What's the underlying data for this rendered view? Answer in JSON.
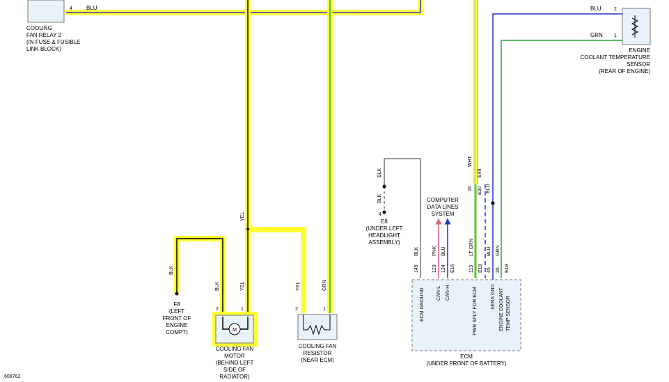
{
  "figure_number": "608762",
  "components": {
    "relay": {
      "lines": [
        "COOLING",
        "FAN RELAY 2",
        "(IN FUSE & FUSIBLE",
        "LINK BLOCK)"
      ],
      "pin": "4",
      "wire": "BLU"
    },
    "ect_sensor": {
      "lines": [
        "ENGINE",
        "COOLANT TEMPERATURE",
        "SENSOR",
        "(REAR OF ENGINE)"
      ],
      "pins": [
        "2",
        "1"
      ],
      "wires": [
        "BLU",
        "GRN"
      ]
    },
    "ground_e8": {
      "lines": [
        "E8",
        "(UNDER LEFT",
        "HEADLIGHT",
        "ASSEMBLY)"
      ],
      "wires": [
        "BLK",
        "BLK"
      ],
      "pin": "4"
    },
    "data_lines": {
      "lines": [
        "COMPUTER",
        "DATA LINES",
        "SYSTEM"
      ]
    },
    "ground_f8": {
      "lines": [
        "F8",
        "(LEFT",
        "FRONT OF",
        "ENGINE",
        "COMPT)"
      ],
      "wire": "BLK"
    },
    "fan_motor": {
      "lines": [
        "COOLING FAN",
        "MOTOR",
        "(BEHIND LEFT",
        "SIDE OF",
        "RADIATOR)"
      ],
      "pins": [
        "2",
        "1"
      ],
      "wires": [
        "BLK",
        "YEL"
      ],
      "symbol": "M"
    },
    "fan_resistor": {
      "lines": [
        "COOLING FAN",
        "RESISTOR",
        "(NEAR ECM)"
      ],
      "pins": [
        "2",
        "1"
      ],
      "wires": [
        "YEL",
        "GRN"
      ]
    },
    "ecm": {
      "lines": [
        "ECM",
        "(UNDER FRONT OF BATTERY)"
      ],
      "pins": [
        "149",
        "123",
        "124",
        "113",
        "45",
        "35"
      ],
      "connectors": [
        "E16",
        "E18",
        "E18"
      ],
      "wires": [
        "BLK",
        "PNK",
        "BLU",
        "LT GRN",
        "BLU",
        "GRN"
      ],
      "internal": [
        "ECM GROUND",
        "CAN-L",
        "CAN-H",
        "PWR SPLY FOR ECM",
        "SENS GND",
        "ENGINE COOLANT",
        "TEMP SENSOR"
      ]
    },
    "center_wires": [
      "YEL"
    ],
    "pwr_branch": {
      "wires": [
        "WHT",
        "LT GRN",
        "BLU"
      ],
      "pins": [
        "16",
        "E49",
        "E50"
      ]
    }
  },
  "colors": {
    "highlight": "#ffff33",
    "wire": "#000000",
    "blu": "#2233cc",
    "grn": "#22aa33",
    "lt_grn": "#55cc22",
    "pnk": "#e0607a",
    "dashed_box": "#777777",
    "box_fill": "#e8f3f9"
  }
}
